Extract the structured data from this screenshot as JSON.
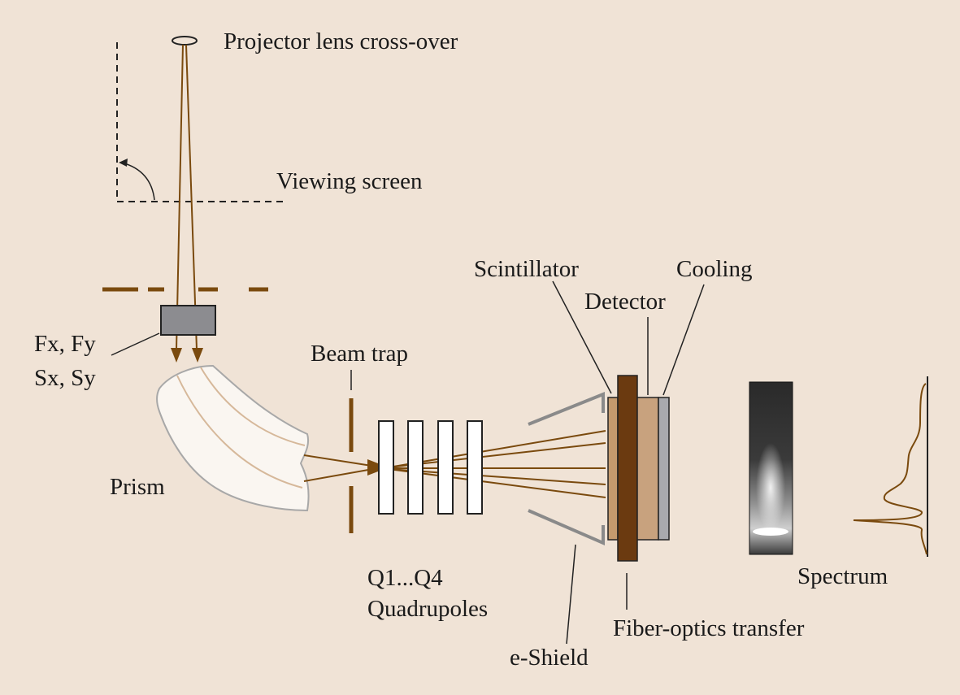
{
  "labels": {
    "projector_lens": "Projector lens cross-over",
    "viewing_screen": "Viewing screen",
    "fx_fy": "Fx, Fy",
    "sx_sy": "Sx, Sy",
    "prism": "Prism",
    "beam_trap": "Beam trap",
    "q1_q4": "Q1...Q4",
    "quadrupoles": "Quadrupoles",
    "scintillator": "Scintillator",
    "detector": "Detector",
    "cooling": "Cooling",
    "e_shield": "e-Shield",
    "fiber_optics": "Fiber-optics transfer",
    "spectrum": "Spectrum"
  },
  "colors": {
    "background": "#f0e3d6",
    "beam": "#7a4a0e",
    "scintillator": "#c49a6e",
    "fiber_optics": "#6b3a10",
    "detector": "#c8a27e",
    "cooling": "#a9a9ad",
    "shield": "#8a8a8a",
    "prism_fill": "#faf6f1",
    "prism_stripe": "#d6b89a"
  }
}
